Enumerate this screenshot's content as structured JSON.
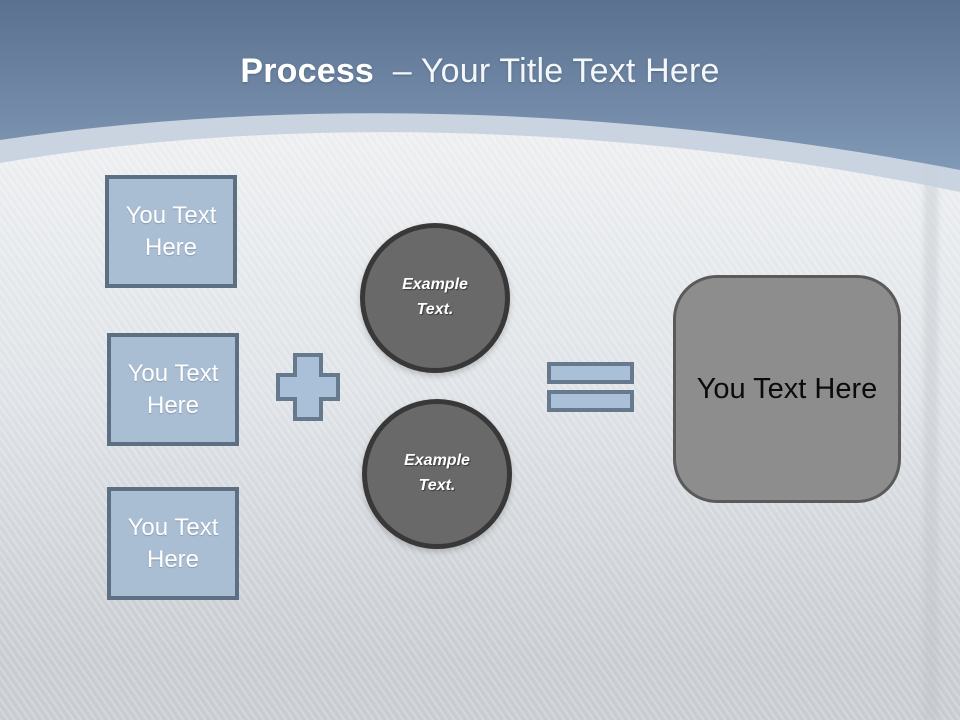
{
  "title": {
    "bold": "Process",
    "rest": "– Your Title Text Here"
  },
  "left_boxes": [
    {
      "label": "You Text Here"
    },
    {
      "label": "You Text Here"
    },
    {
      "label": "You Text Here"
    }
  ],
  "operators": {
    "plus_icon": "plus-icon",
    "equals_icon": "equals-icon"
  },
  "circles": [
    {
      "label": "Example Text."
    },
    {
      "label": "Example Text."
    }
  ],
  "result_box": {
    "label": "You Text Here"
  },
  "colors": {
    "header_blue_top": "#5a7190",
    "header_blue_bottom": "#8099b6",
    "curve_band": "#c7d1de",
    "body_light": "#e4e8eb",
    "body_dark": "#c9cdd1",
    "input_box_fill": "#a9bdd3",
    "input_box_border": "#5d6f83",
    "operator_fill": "#a9c0d8",
    "operator_border": "#67798c",
    "circle_fill": "#696969",
    "circle_border": "#383838",
    "result_fill": "#8d8d8d",
    "result_border": "#5a5a5a",
    "title_text": "#ffffff",
    "result_text": "#0b0b0b"
  }
}
